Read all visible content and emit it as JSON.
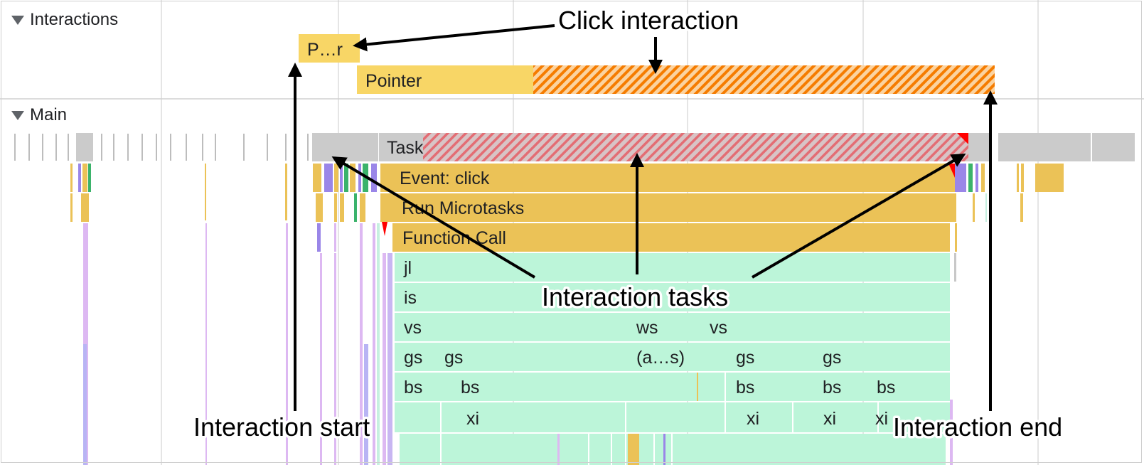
{
  "tracks": {
    "interactions": {
      "label": "Interactions"
    },
    "main": {
      "label": "Main"
    }
  },
  "interactions": {
    "short": {
      "label": "P…r"
    },
    "pointer": {
      "label": "Pointer"
    }
  },
  "flame": {
    "task": "Task",
    "event_click": "Event: click",
    "run_microtasks": "Run Microtasks",
    "function_call": "Function Call",
    "row_jl": [
      "jl"
    ],
    "row_is": [
      "is"
    ],
    "row_vs": [
      "vs",
      "ws",
      "vs"
    ],
    "row_gs": [
      "gs",
      "gs",
      "(a…s)",
      "gs",
      "gs"
    ],
    "row_bs": [
      "bs",
      "bs",
      "bs",
      "bs",
      "bs"
    ],
    "row_xi": [
      "xi",
      "xi",
      "xi",
      "xi"
    ]
  },
  "annotations": {
    "click_interaction": "Click interaction",
    "interaction_tasks": "Interaction tasks",
    "interaction_start": "Interaction start",
    "interaction_end": "Interaction end"
  },
  "colors": {
    "interaction_yellow": "#f8d666",
    "long_interaction_orange": "#f57c00",
    "task_gray": "#cbcbcb",
    "long_task_red": "#e0393e",
    "script_yellow": "#ebc257",
    "js_green": "#bcf5d9",
    "purple": "#9a86e8",
    "lilac": "#ddb8f2"
  }
}
